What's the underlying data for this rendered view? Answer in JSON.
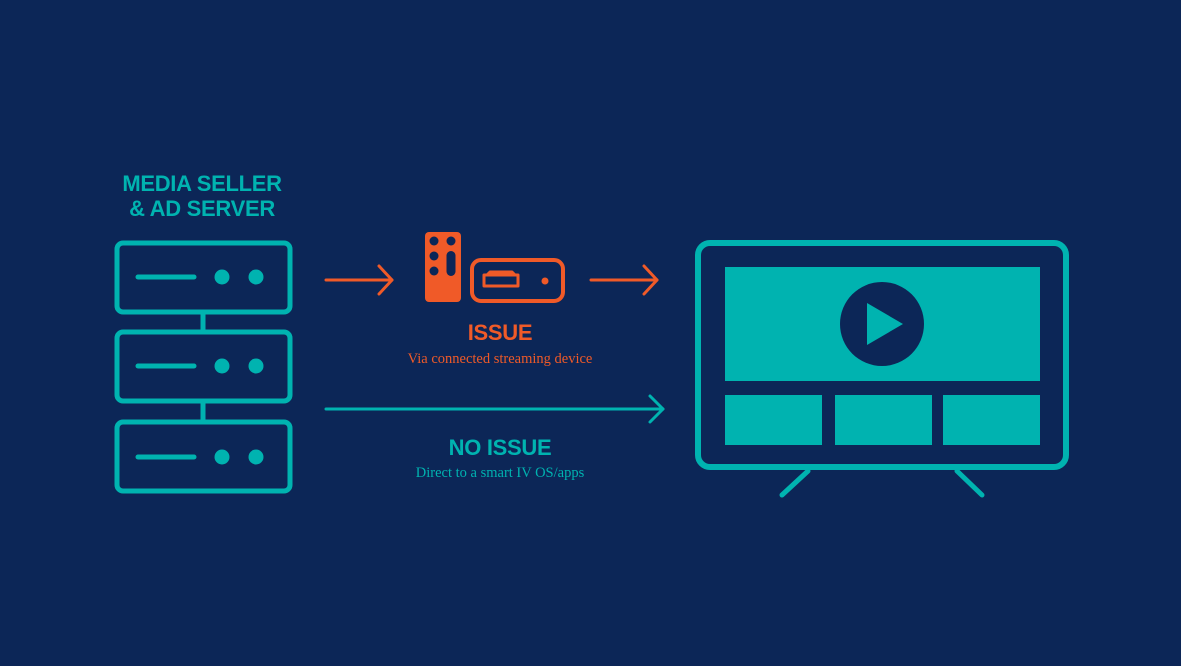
{
  "colors": {
    "background": "#0c2657",
    "teal": "#00b3b0",
    "orange": "#f05a28"
  },
  "source": {
    "title_line1": "MEDIA SELLER",
    "title_line2": "& AD SERVER",
    "icon": "server-stack-icon"
  },
  "issue_path": {
    "label": "ISSUE",
    "description": "Via connected streaming device",
    "icon": "streaming-device-icon"
  },
  "no_issue_path": {
    "label": "NO ISSUE",
    "description": "Direct to a smart IV OS/apps"
  },
  "destination": {
    "icon": "smart-tv-icon"
  }
}
